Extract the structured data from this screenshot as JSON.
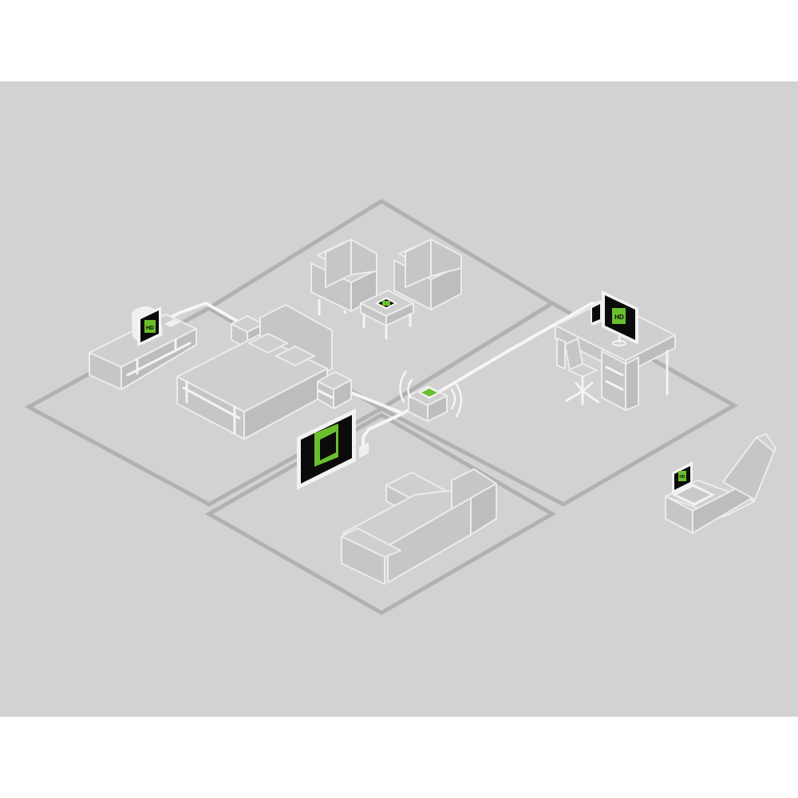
{
  "diagram": {
    "badge_label": "HD",
    "colors": {
      "background": "#d2d2d2",
      "walls": "#b1b1b1",
      "cables": "#f6f6f6",
      "screen": "#0b0b0b",
      "accent_green": "#6cbf2c"
    },
    "rooms": [
      "bedroom",
      "lounge",
      "office",
      "living-room"
    ],
    "devices": [
      "bedroom-tv",
      "lounge-receiver",
      "wireless-hub",
      "office-monitor",
      "living-room-tv",
      "laptop"
    ]
  }
}
